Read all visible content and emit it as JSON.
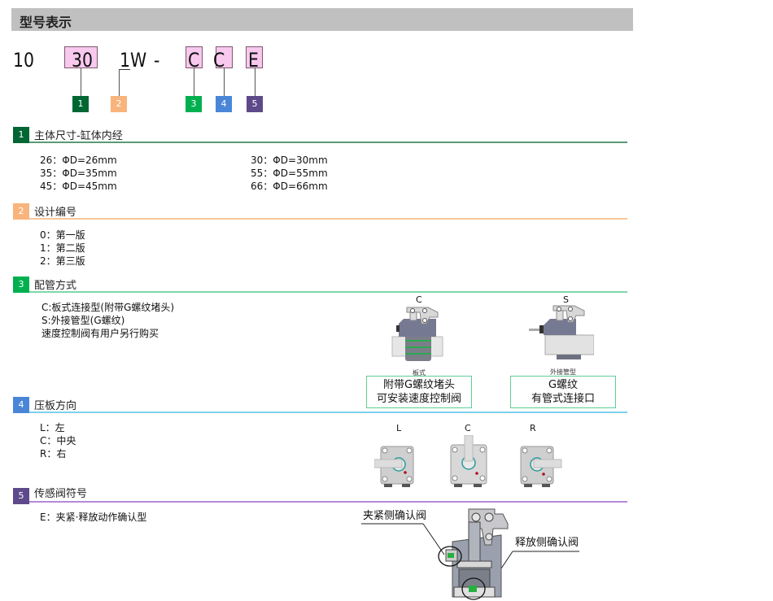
{
  "header": {
    "title": "型号表示"
  },
  "model_code": {
    "prefix": "10",
    "parts": [
      "30",
      "1W",
      "-",
      "C",
      "C",
      "E"
    ],
    "markers": [
      {
        "num": "1",
        "color": "#006633"
      },
      {
        "num": "2",
        "color": "#f8b47c"
      },
      {
        "num": "3",
        "color": "#00b050"
      },
      {
        "num": "4",
        "color": "#4a86d8"
      },
      {
        "num": "5",
        "color": "#5e4a8a"
      }
    ],
    "highlight_color": "#f8c8ee"
  },
  "sections": [
    {
      "num": "1",
      "title": "主体尺寸-缸体内经",
      "color": "#006633",
      "line_color": "#5a9a78",
      "items_left": [
        "26：ΦD=26mm",
        "35：ΦD=35mm",
        "45：ΦD=45mm"
      ],
      "items_right": [
        "30：ΦD=30mm",
        "55：ΦD=55mm",
        "66：ΦD=66mm"
      ]
    },
    {
      "num": "2",
      "title": "设计编号",
      "color": "#f8b47c",
      "line_color": "#f8c89a",
      "items": [
        "0：第一版",
        "1：第二版",
        "2：第三版"
      ]
    },
    {
      "num": "3",
      "title": "配管方式",
      "color": "#00b050",
      "line_color": "#7fd8a8",
      "items": [
        "C:板式连接型(附带G螺纹堵头)",
        "S:外接管型(G螺纹)",
        "速度控制阀有用户另行购买"
      ],
      "figures": [
        {
          "label": "C",
          "caption": "板式",
          "note": [
            "附带G螺纹堵头",
            "可安装速度控制阀"
          ]
        },
        {
          "label": "S",
          "caption": "外接管型",
          "note": [
            "G螺纹",
            "有管式连接口"
          ]
        }
      ]
    },
    {
      "num": "4",
      "title": "压板方向",
      "color": "#4a86d8",
      "line_color": "#7dd0ee",
      "items": [
        "L：左",
        "C：中央",
        "R：右"
      ],
      "figures": [
        {
          "label": "L"
        },
        {
          "label": "C"
        },
        {
          "label": "R"
        }
      ]
    },
    {
      "num": "5",
      "title": "传感阀符号",
      "color": "#5e4a8a",
      "line_color": "#b38ad8",
      "items": [
        "E：夹紧·释放动作确认型"
      ],
      "callouts": [
        "夹紧侧确认阀",
        "释放侧确认阀"
      ]
    }
  ]
}
